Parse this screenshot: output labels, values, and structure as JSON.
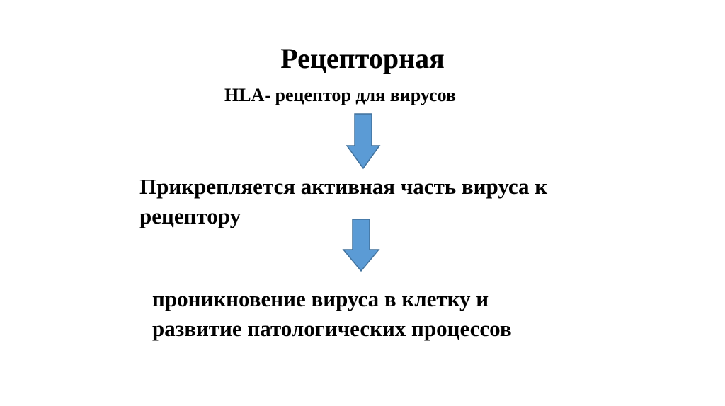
{
  "slide": {
    "title": "Рецепторная",
    "subtitle": "HLA- рецептор для вирусов",
    "steps": [
      {
        "lines": [
          "Прикрепляется  активная часть вируса к",
          "рецептору"
        ]
      },
      {
        "lines": [
          "проникновение вируса в клетку и",
          "развитие патологических  процессов"
        ]
      }
    ],
    "arrow_fill": "#5b9bd5",
    "arrow_stroke": "#41719c"
  }
}
